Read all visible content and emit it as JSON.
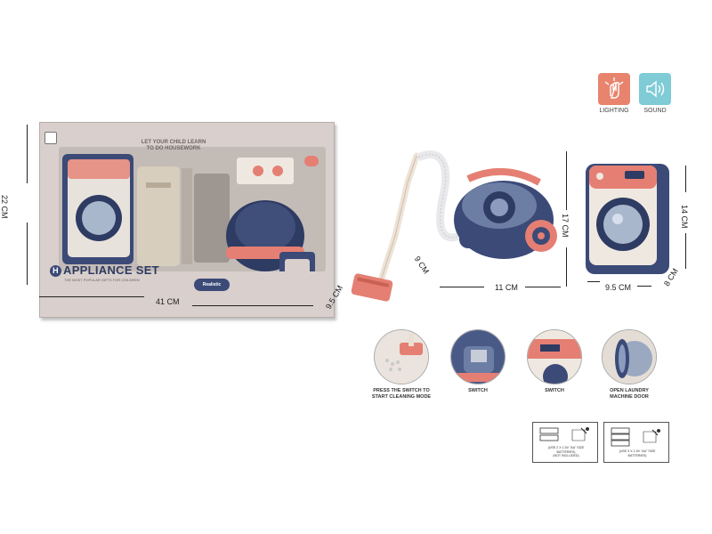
{
  "box": {
    "headline_1": "LET YOUR CHILD LEARN",
    "headline_2": "TO DO HOUSEWORK",
    "brand_initial": "H",
    "brand": "APPLIANCE SET",
    "tagline": "THE MOST POPULAR GIFTS FOR CHILDREN",
    "badge": "Realistic"
  },
  "dimensions": {
    "box_height": "22 CM",
    "box_width": "41 CM",
    "box_depth": "9.5 CM",
    "vacuum_height": "17 CM",
    "vacuum_width": "11 CM",
    "vacuum_depth": "9 CM",
    "washer_height": "14 CM",
    "washer_width": "9.5 CM",
    "washer_depth": "8 CM"
  },
  "features": [
    {
      "label": "LIGHTING",
      "icon": "hand-light-icon",
      "color": "#e8846e"
    },
    {
      "label": "SOUND",
      "icon": "speaker-icon",
      "color": "#7fcbd6"
    }
  ],
  "details": [
    {
      "caption_1": "PRESS THE SWITCH TO",
      "caption_2": "START CLEANING MODE"
    },
    {
      "caption_1": "SWITCH",
      "caption_2": ""
    },
    {
      "caption_1": "SWITCH",
      "caption_2": ""
    },
    {
      "caption_1": "OPEN LAUNDRY",
      "caption_2": "MACHINE DOOR"
    }
  ],
  "batteries": [
    {
      "line_1": "(USE 2 X 1.5V \"AA\" SIZE",
      "line_2": "BATTERIES)",
      "line_3": "(NOT INCLUDED)"
    },
    {
      "line_1": "(USE 3 X 1.5V \"AA\" SIZE",
      "line_2": "BATTERIES)",
      "line_3": ""
    }
  ],
  "colors": {
    "navy": "#3b4a77",
    "coral": "#e57f73",
    "cream": "#efe8e1",
    "box_pink": "#d9cfcc"
  }
}
